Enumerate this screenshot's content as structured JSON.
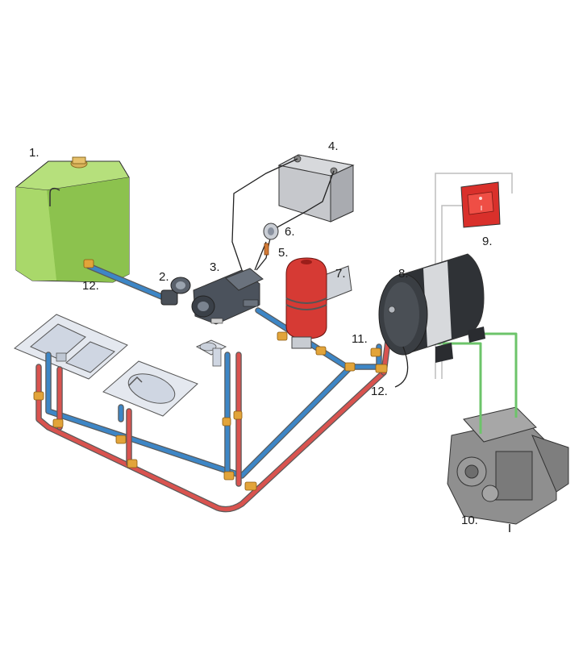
{
  "diagram": {
    "labels": [
      {
        "id": "tank",
        "text": "1."
      },
      {
        "id": "strainer",
        "text": "2."
      },
      {
        "id": "pump",
        "text": "3."
      },
      {
        "id": "battery",
        "text": "4."
      },
      {
        "id": "fuse",
        "text": "5."
      },
      {
        "id": "pressure-switch",
        "text": "6."
      },
      {
        "id": "accumulator",
        "text": "7."
      },
      {
        "id": "water-heater",
        "text": "8."
      },
      {
        "id": "switch",
        "text": "9."
      },
      {
        "id": "engine",
        "text": "10."
      },
      {
        "id": "valve",
        "text": "11."
      },
      {
        "id": "tank-fitting",
        "text": "12."
      },
      {
        "id": "heater-fitting",
        "text": "12."
      }
    ],
    "colors": {
      "cold_pipe": "#3d86c6",
      "hot_pipe": "#d9534f",
      "coolant_line": "#6cc46a",
      "tank": "#9fd15f",
      "switch": "#d9302b",
      "accumulator": "#d63a34",
      "fitting": "#e2a43a"
    }
  }
}
